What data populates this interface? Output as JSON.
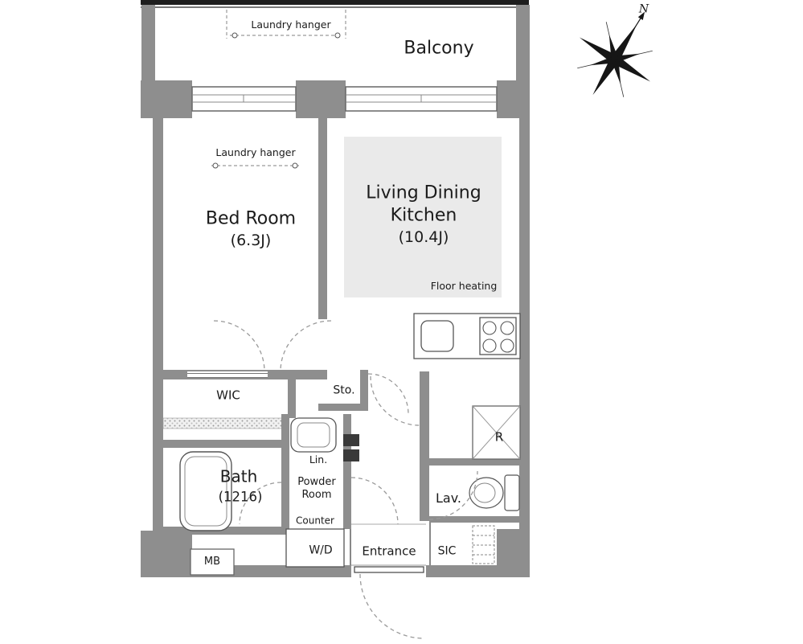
{
  "plan": {
    "balcony": {
      "label": "Balcony",
      "laundry_hanger": "Laundry hanger"
    },
    "bedroom": {
      "name": "Bed Room",
      "size": "(6.3J)",
      "laundry_hanger": "Laundry hanger"
    },
    "ldk": {
      "name": "Living Dining Kitchen",
      "size": "(10.4J)",
      "floor_heating": "Floor heating"
    },
    "wic": {
      "label": "WIC"
    },
    "storage": {
      "label": "Sto."
    },
    "linen": {
      "label": "Lin."
    },
    "powder_room": {
      "label": "Powder Room",
      "counter": "Counter"
    },
    "washer_dryer": {
      "label": "W/D"
    },
    "bath": {
      "name": "Bath",
      "size": "(1216)"
    },
    "entrance": {
      "label": "Entrance"
    },
    "shoe_closet": {
      "label": "SIC"
    },
    "lavatory": {
      "label": "Lav."
    },
    "refrigerator": {
      "label": "R"
    },
    "meter_box": {
      "label": "MB"
    },
    "compass": {
      "north": "N"
    }
  },
  "colors": {
    "wall": "#8e8e8e",
    "floor_heating_fill": "#eaeaea",
    "line": "#555555",
    "dashed_arc": "#9a9a9a",
    "background": "#ffffff"
  }
}
